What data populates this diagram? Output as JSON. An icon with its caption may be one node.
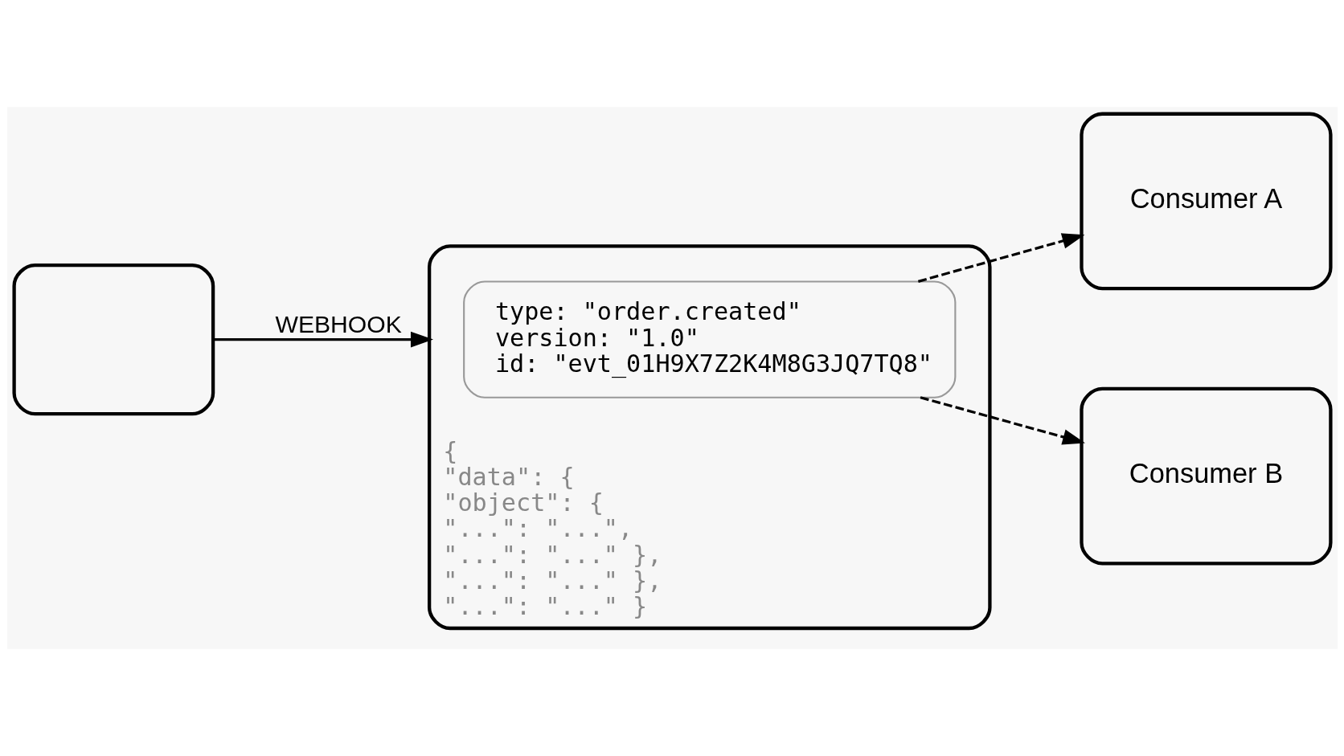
{
  "diagram": {
    "nodes": [
      {
        "text": [],
        "shape": "box"
      },
      {
        "text": [
          "{ \"data\": { \"object\": { \"...\": \"...\", \"...\": \"...\" }, \"...\": \"...\" }, \"...\": \"...\" }"
        ]
      },
      {
        "text": [
          "type: \"order.created\"",
          "version: \"1.0\"",
          "id: \"evt_01H9X7Z2K4M8G3JQ7TQ8\""
        ],
        "in": 1
      },
      {
        "text": [
          "Consumer A"
        ]
      },
      {
        "text": [
          "Consumer B"
        ]
      }
    ],
    "edges": [
      {
        "from": 0,
        "to": 1,
        "arrow": "to",
        "label": "WEBHOOK"
      },
      {
        "from": 2,
        "to": 3,
        "arrow": "to",
        "style": "dashed"
      },
      {
        "from": 2,
        "to": 4,
        "arrow": "to",
        "style": "dashed"
      }
    ]
  }
}
